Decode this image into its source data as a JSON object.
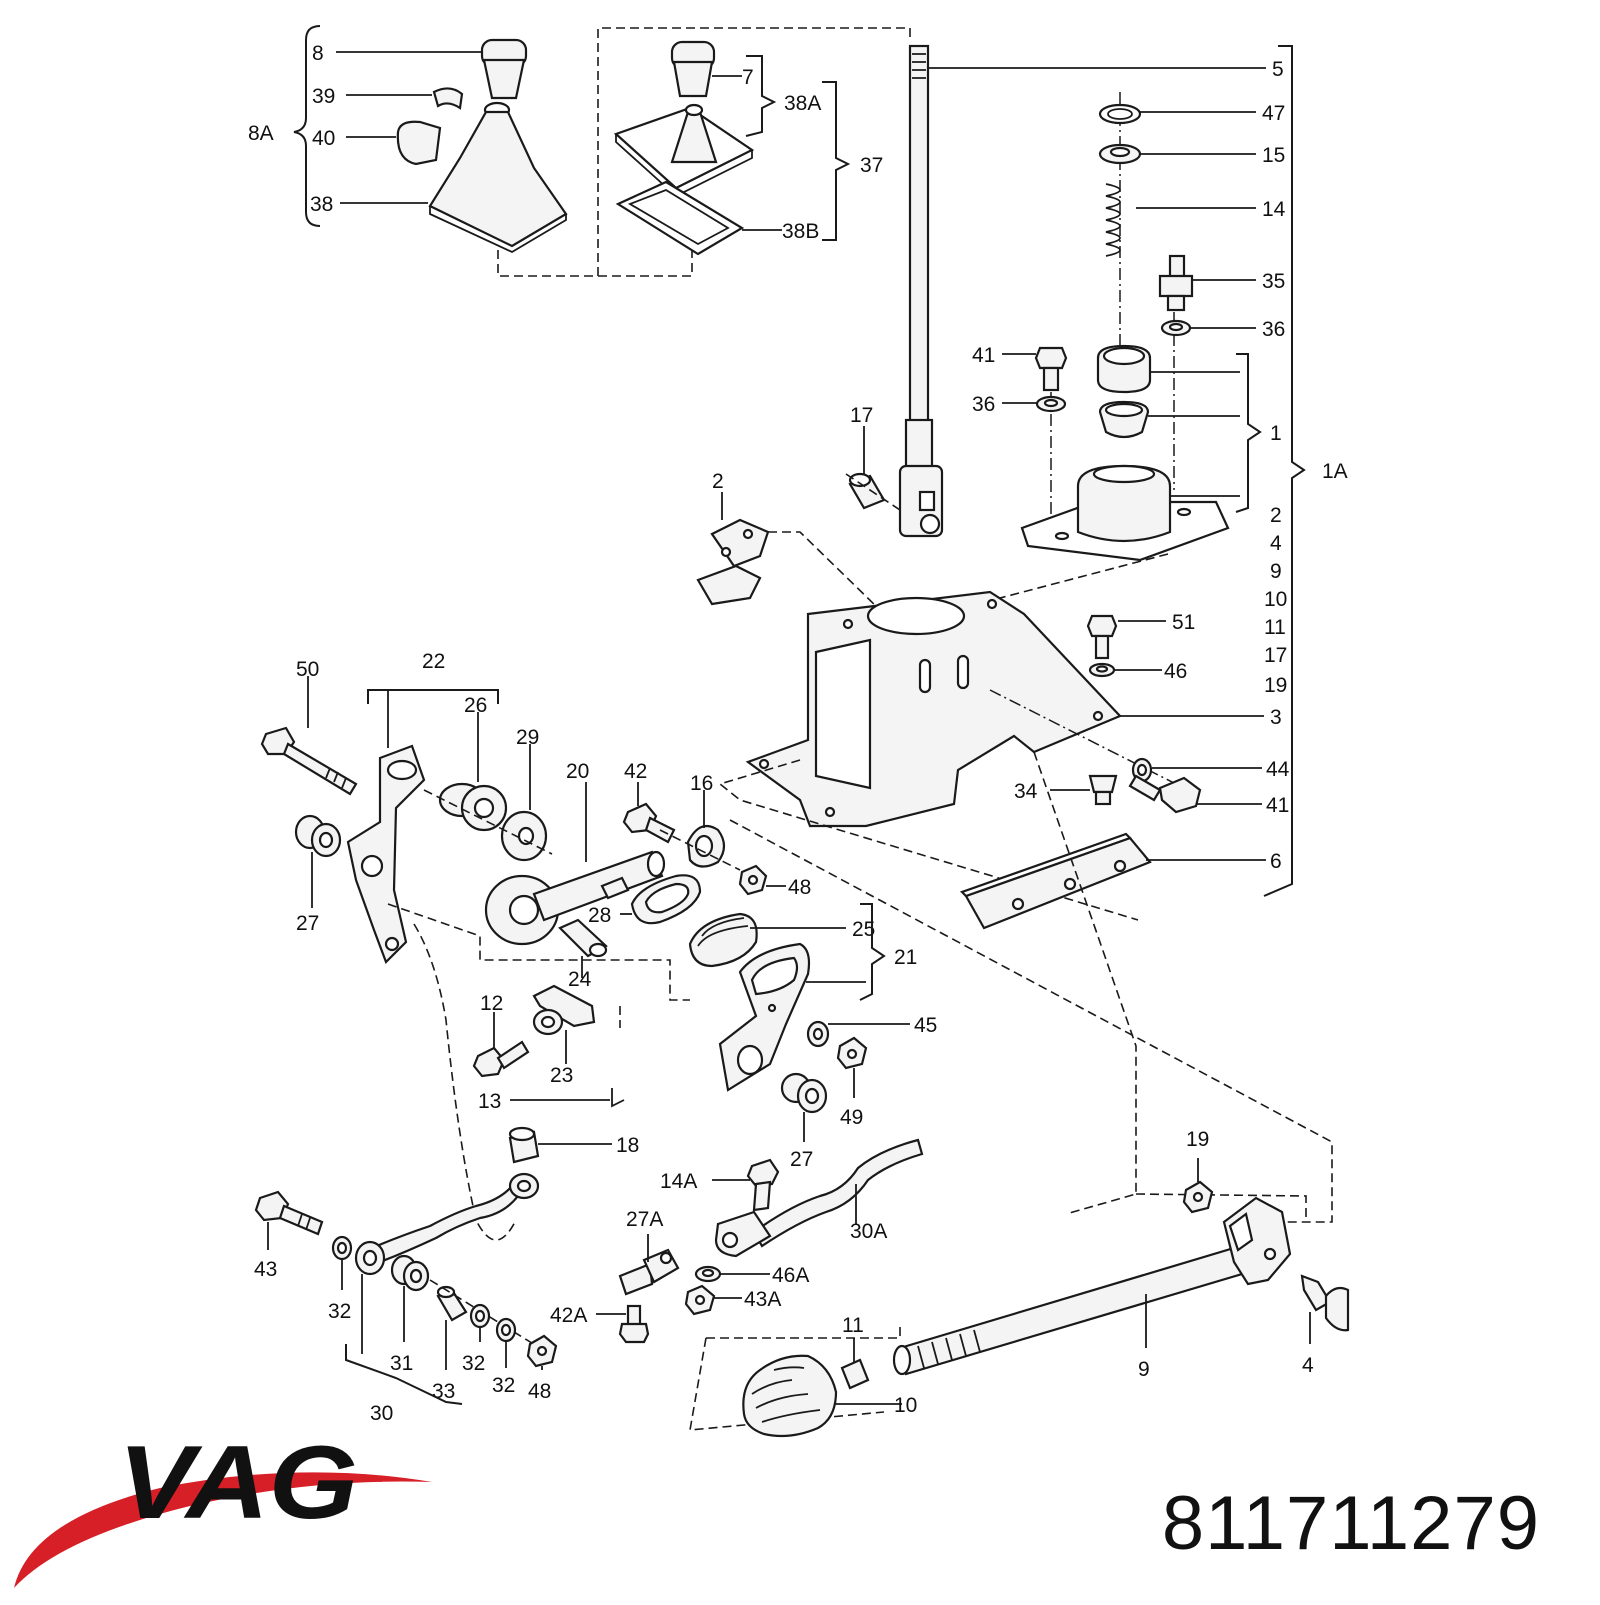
{
  "brand": {
    "name": "VAG",
    "color": "#d61f26"
  },
  "part_number": "811711279",
  "callouts": {
    "c8": "8",
    "c39": "39",
    "c8A": "8A",
    "c40": "40",
    "c38": "38",
    "c7": "7",
    "c38A": "38A",
    "c37": "37",
    "c38B": "38B",
    "c5": "5",
    "c47": "47",
    "c15": "15",
    "c14": "14",
    "c35": "35",
    "c36a": "36",
    "c41a": "41",
    "c36b": "36",
    "c1": "1",
    "c1A": "1A",
    "c17a": "17",
    "r2": "2",
    "r4": "4",
    "r9": "9",
    "r10": "10",
    "r11": "11",
    "r17": "17",
    "r19": "19",
    "c2": "2",
    "c51": "51",
    "c46": "46",
    "c3": "3",
    "c44": "44",
    "c34": "34",
    "c41b": "41",
    "c6": "6",
    "c50": "50",
    "c22": "22",
    "c26": "26",
    "c29": "29",
    "c20": "20",
    "c42": "42",
    "c16": "16",
    "c27a": "27",
    "c48a": "48",
    "c28": "28",
    "c25": "25",
    "c21": "21",
    "c24": "24",
    "c12": "12",
    "c23": "23",
    "c45": "45",
    "c49": "49",
    "c13": "13",
    "c27b": "27",
    "c18": "18",
    "c14A": "14A",
    "c30A": "30A",
    "c27A": "27A",
    "c46A": "46A",
    "c43A": "43A",
    "c42A": "42A",
    "c43": "43",
    "c32a": "32",
    "c31": "31",
    "c33": "33",
    "c32b": "32",
    "c32c": "32",
    "c48b": "48",
    "c30": "30",
    "c19": "19",
    "c11": "11",
    "c10": "10",
    "c9": "9",
    "c4": "4"
  }
}
